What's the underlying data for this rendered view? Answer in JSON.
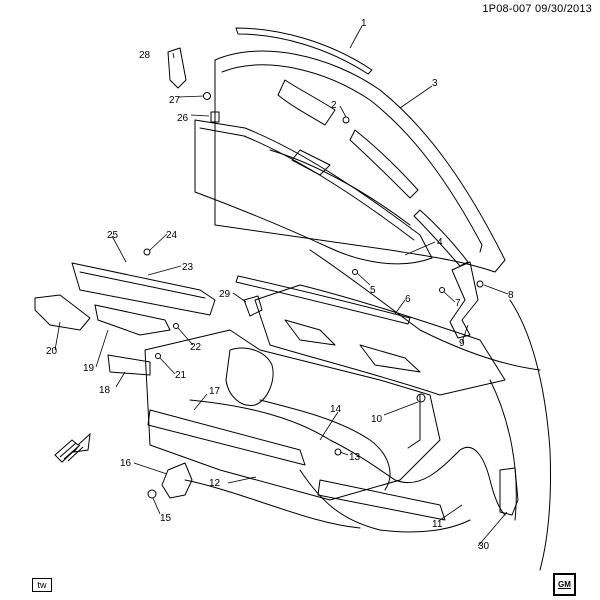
{
  "header": {
    "drawing_id": "1P08-007",
    "date": "09/30/2013"
  },
  "callouts": [
    "1",
    "2",
    "3",
    "4",
    "5",
    "6",
    "7",
    "8",
    "9",
    "10",
    "11",
    "12",
    "13",
    "14",
    "15",
    "16",
    "17",
    "18",
    "19",
    "20",
    "21",
    "22",
    "23",
    "24",
    "25",
    "26",
    "27",
    "28",
    "29",
    "30"
  ],
  "badges": {
    "tw": "tw",
    "logo": "GM"
  }
}
